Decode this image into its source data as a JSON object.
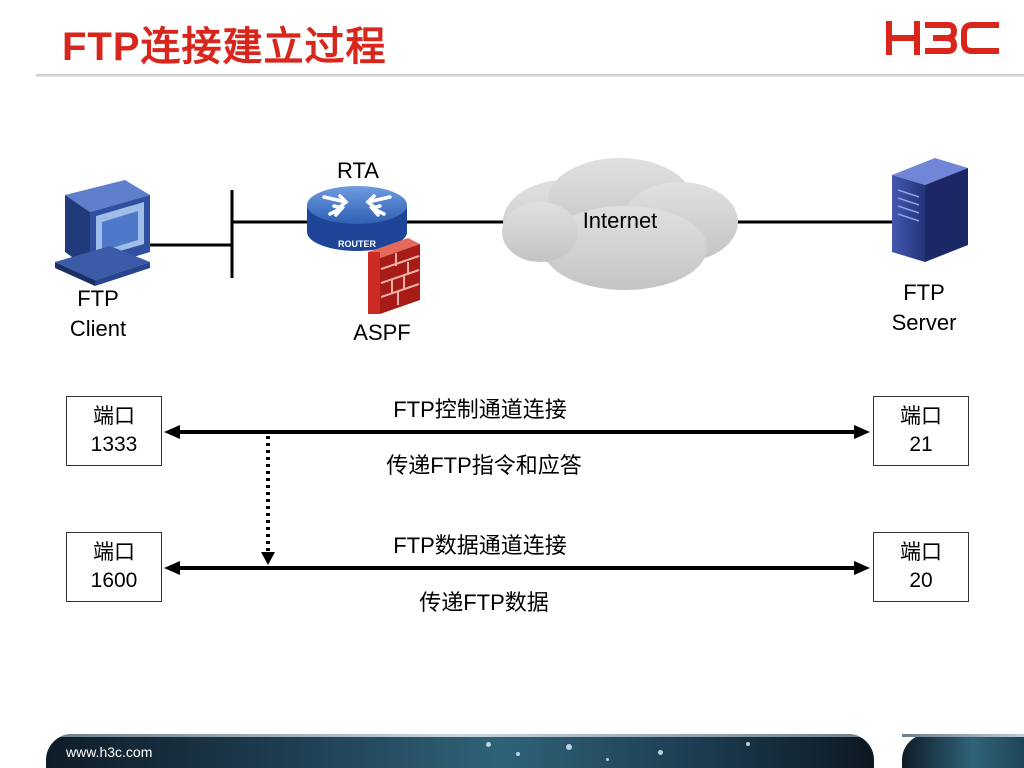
{
  "slide": {
    "title": "FTP连接建立过程",
    "logo_text": "H3C",
    "footer_url": "www.h3c.com"
  },
  "topology": {
    "client_label_line1": "FTP",
    "client_label_line2": "Client",
    "router_label": "RTA",
    "router_badge": "ROUTER",
    "firewall_label": "ASPF",
    "cloud_label": "Internet",
    "server_label_line1": "FTP",
    "server_label_line2": "Server"
  },
  "connections": [
    {
      "name": "FTP控制通道连接",
      "description": "传递FTP指令和应答",
      "client_port_label": "端口",
      "client_port": "1333",
      "server_port_label": "端口",
      "server_port": "21"
    },
    {
      "name": "FTP数据通道连接",
      "description": "传递FTP数据",
      "client_port_label": "端口",
      "client_port": "1600",
      "server_port_label": "端口",
      "server_port": "20"
    }
  ],
  "colors": {
    "title": "#d9261c",
    "logo": "#d9261c",
    "router": "#3a6fc4",
    "firewall": "#cc2a24",
    "cloud": "#d4d4d4",
    "server": "#2c3f8c",
    "client": "#2f4fa0"
  }
}
